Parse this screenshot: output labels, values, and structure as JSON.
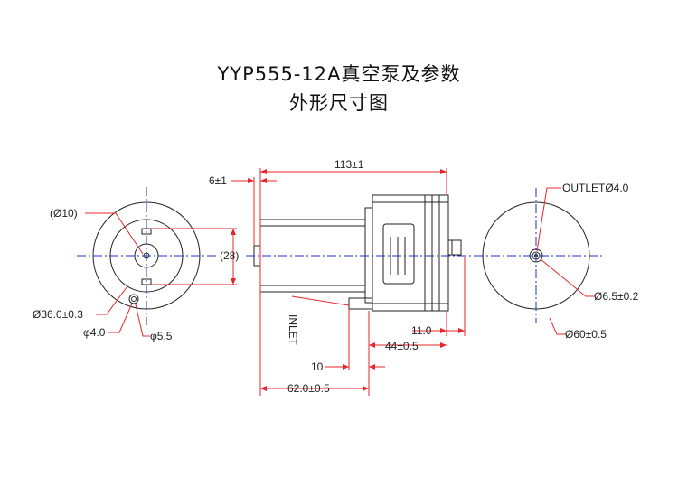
{
  "title": {
    "line1": "YYP555-12A真空泵及参数",
    "line2": "外形尺寸图"
  },
  "labels": {
    "d10": "(Ø10)",
    "d36": "Ø36.0±0.3",
    "d4": "φ4.0",
    "d55": "φ5.5",
    "dim28": "(28)",
    "dim6": "6±1",
    "dim113": "113±1",
    "inlet": "INLET",
    "dim10": "10",
    "dim62": "62.0±0.5",
    "dim11": "11.0",
    "dim44": "44±0.5",
    "outlet": "OUTLETØ4.0",
    "d65": "Ø6.5±0.2",
    "d60": "Ø60±0.5"
  },
  "colors": {
    "dimension": "#e8262a",
    "outline": "#222222",
    "centerline": "#1a33b8"
  }
}
